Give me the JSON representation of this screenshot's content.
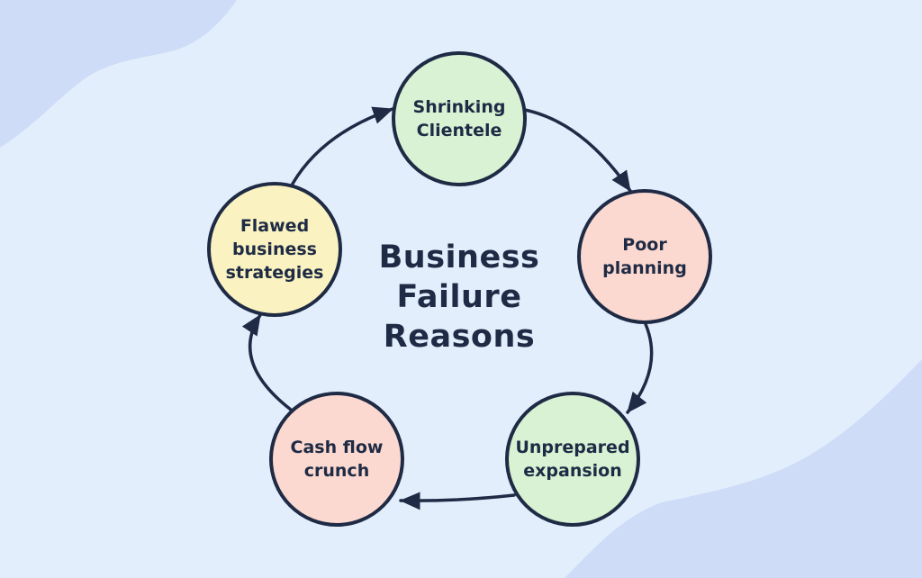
{
  "title": "Business Failure Reasons",
  "nodes": [
    {
      "id": "shrinking-clientele",
      "label": "Shrinking Clientele",
      "color": "#d9f2d3"
    },
    {
      "id": "poor-planning",
      "label": "Poor planning",
      "color": "#fcd9d0"
    },
    {
      "id": "unprepared-expansion",
      "label": "Unprepared expansion",
      "color": "#d9f2d3"
    },
    {
      "id": "cash-flow-crunch",
      "label": "Cash flow crunch",
      "color": "#fcd9d0"
    },
    {
      "id": "flawed-business-strategies",
      "label": "Flawed business strategies",
      "color": "#faf3c1"
    }
  ],
  "edges": [
    {
      "from": "flawed-business-strategies",
      "to": "shrinking-clientele"
    },
    {
      "from": "shrinking-clientele",
      "to": "poor-planning"
    },
    {
      "from": "poor-planning",
      "to": "unprepared-expansion"
    },
    {
      "from": "unprepared-expansion",
      "to": "cash-flow-crunch"
    },
    {
      "from": "cash-flow-crunch",
      "to": "flawed-business-strategies"
    }
  ],
  "colors": {
    "background": "#e3eefd",
    "wave": "#cfdcf7",
    "outline": "#1f2b45",
    "text": "#1f2b45"
  }
}
